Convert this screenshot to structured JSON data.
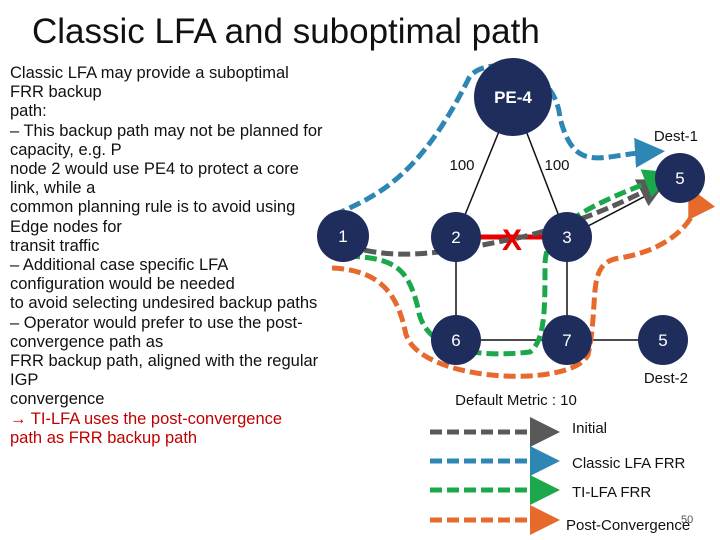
{
  "title": "Classic LFA and suboptimal path",
  "body_lines": [
    "Classic LFA may provide a suboptimal",
    "FRR backup",
    "path:",
    "– This backup path may not be planned for",
    "capacity, e.g. P",
    "node 2 would use PE4 to protect a core",
    "link, while a",
    "common planning rule is to avoid using",
    "Edge nodes for",
    "transit traffic",
    "– Additional case specific LFA",
    "configuration would be needed",
    "to avoid selecting undesired backup paths",
    "– Operator would prefer to use the post-",
    "convergence path as",
    "FRR backup path, aligned with the regular",
    "IGP",
    "convergence"
  ],
  "highlight_lines": [
    "→ TI-LFA uses the post-convergence",
    "path as FRR backup path"
  ],
  "diagram": {
    "nodes": {
      "pe4": "PE-4",
      "n1": "1",
      "n2": "2",
      "n3": "3",
      "n5_top": "5",
      "n6": "6",
      "n7": "7",
      "n5_bottom": "5"
    },
    "metrics": {
      "left": "100",
      "right": "100"
    },
    "dest_labels": {
      "dest1": "Dest-1",
      "dest2": "Dest-2"
    },
    "failed_link_symbol": "X",
    "default_metric": "Default Metric : 10"
  },
  "legend": [
    {
      "label": "Initial",
      "color": "#595959"
    },
    {
      "label": "Classic LFA FRR",
      "color": "#2e86b4"
    },
    {
      "label": "TI-LFA FRR",
      "color": "#1aa84a"
    },
    {
      "label": "Post-Convergence",
      "color": "#e66a2c"
    }
  ],
  "page_number": "50",
  "colors": {
    "node_fill": "#1f2d5c",
    "failed_link": "#e60000",
    "path_initial": "#595959",
    "path_classic_lfa": "#2e86b4",
    "path_ti_lfa": "#1aa84a",
    "path_post_convergence": "#e66a2c"
  }
}
